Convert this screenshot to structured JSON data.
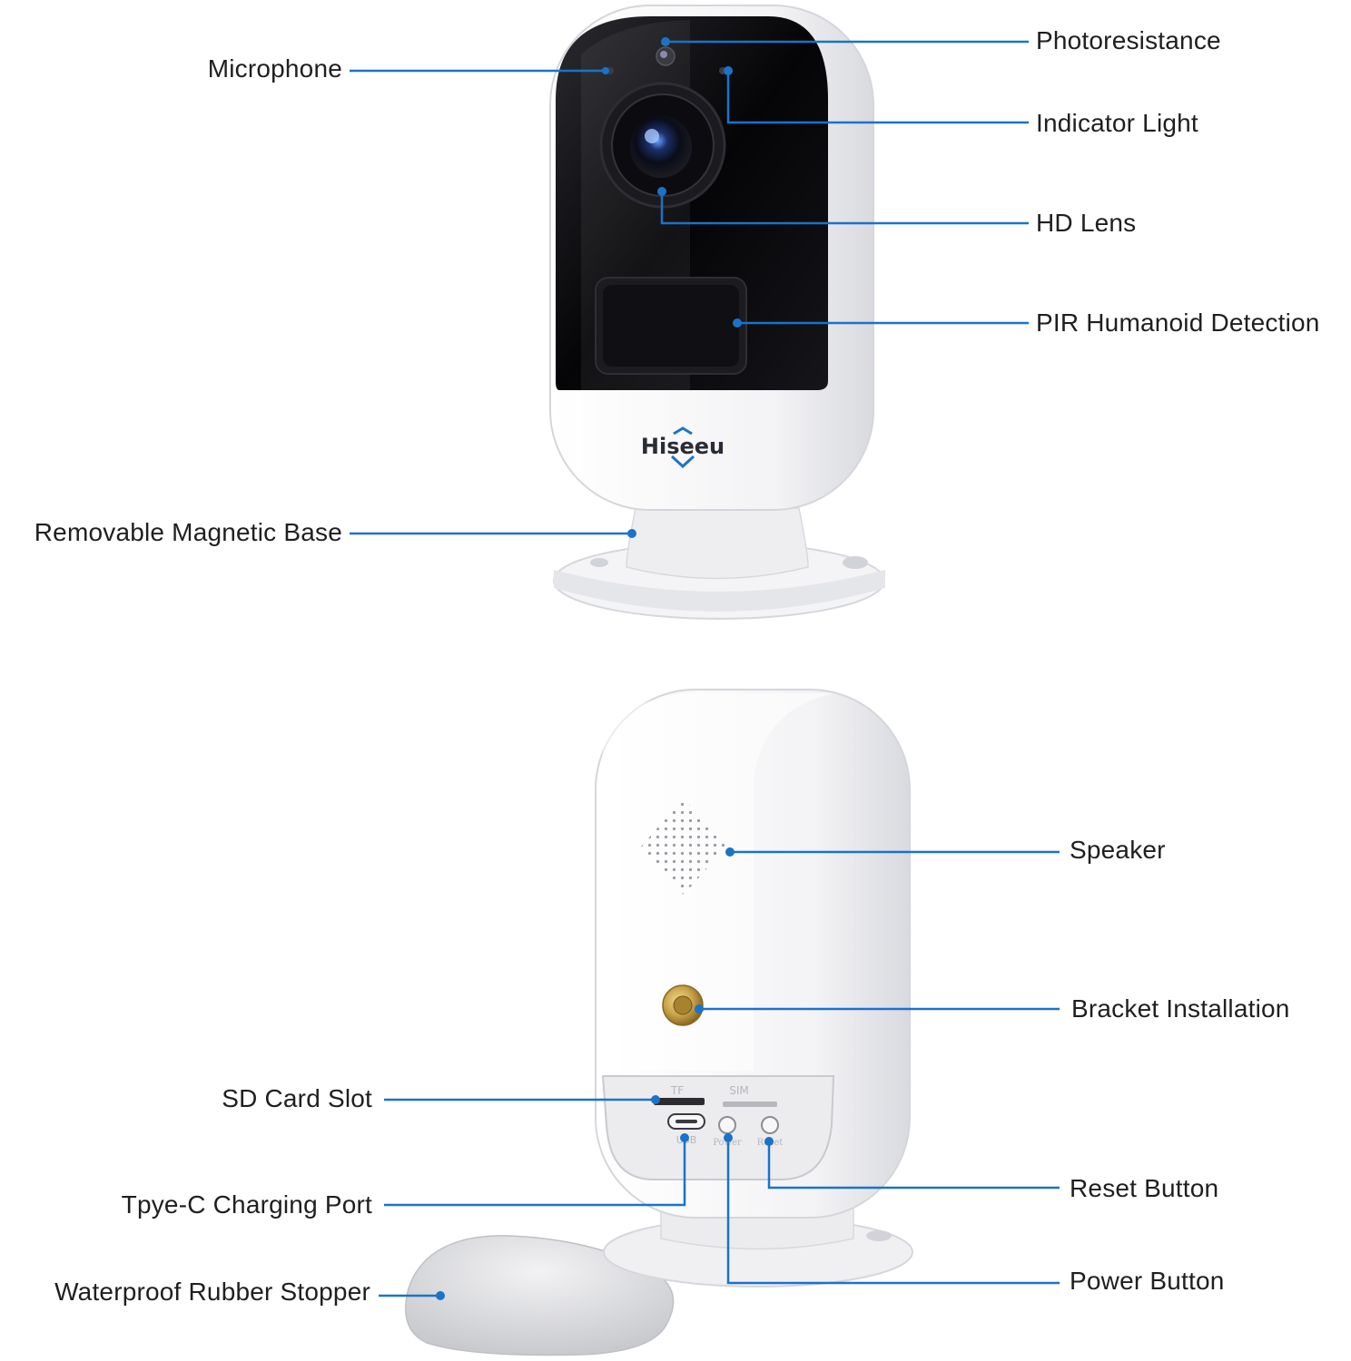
{
  "brand": "Hiseeu",
  "colors": {
    "leader": "#1a73c9",
    "camera_body": "#f4f4f6",
    "camera_face": "#0b0b0e",
    "mount_screw": "#c8a24a"
  },
  "front_view": {
    "labels": {
      "microphone": "Microphone",
      "photoresistance": "Photoresistance",
      "indicator_light": "Indicator Light",
      "hd_lens": "HD Lens",
      "pir": "PIR Humanoid Detection",
      "base": "Removable Magnetic Base"
    }
  },
  "back_view": {
    "labels": {
      "speaker": "Speaker",
      "bracket": "Bracket Installation",
      "sd_slot": "SD Card Slot",
      "reset": "Reset Button",
      "charging_port": "Tpye-C Charging Port",
      "power": "Power Button",
      "stopper": "Waterproof Rubber Stopper"
    },
    "port_marks": {
      "tf": "TF",
      "sim": "SIM",
      "usb": "USB",
      "power": "Power",
      "reset": "Reset"
    }
  }
}
